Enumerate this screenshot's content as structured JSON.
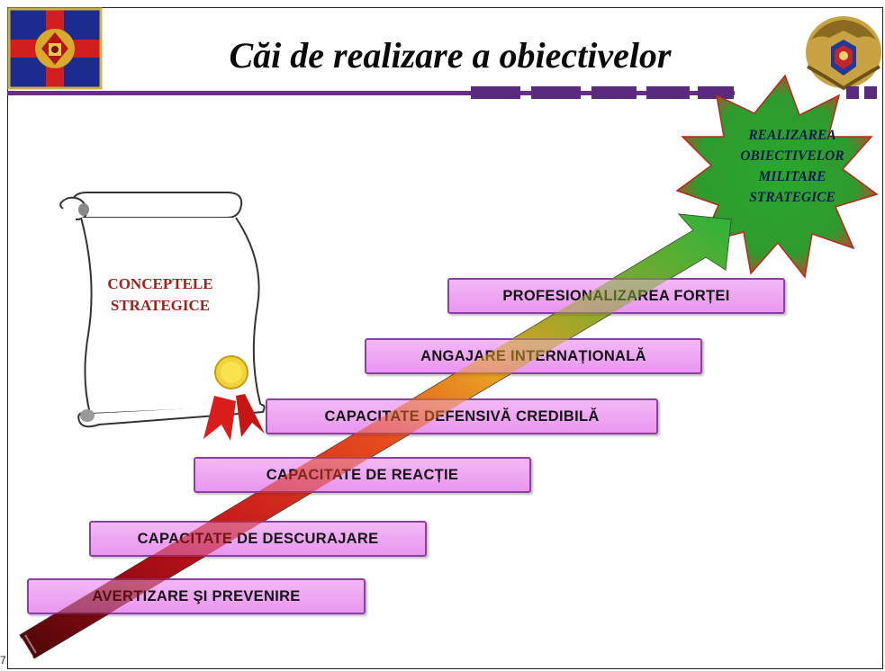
{
  "title": "Căi de realizare a obiectivelor",
  "scroll": {
    "line1": "CONCEPTELE",
    "line2": "STRATEGICE"
  },
  "star": {
    "line1": "REALIZAREA",
    "line2": "OBIECTIVELOR",
    "line3": "MILITARE",
    "line4": "STRATEGICE"
  },
  "steps": [
    "AVERTIZARE ŞI PREVENIRE",
    "CAPACITATE DE DESCURAJARE",
    "CAPACITATE DE REACȚIE",
    "CAPACITATE DEFENSIVĂ CREDIBILĂ",
    "ANGAJARE INTERNAȚIONALĂ",
    "PROFESIONALIZAREA FORȚEI"
  ],
  "page_number": "7",
  "colors": {
    "title_bar": "#6a2c8c",
    "step_fill": "#f0a8f3",
    "star_fill": "#2e9b2e",
    "star_edge": "#d63a2a",
    "scroll_text": "#a0201a"
  }
}
